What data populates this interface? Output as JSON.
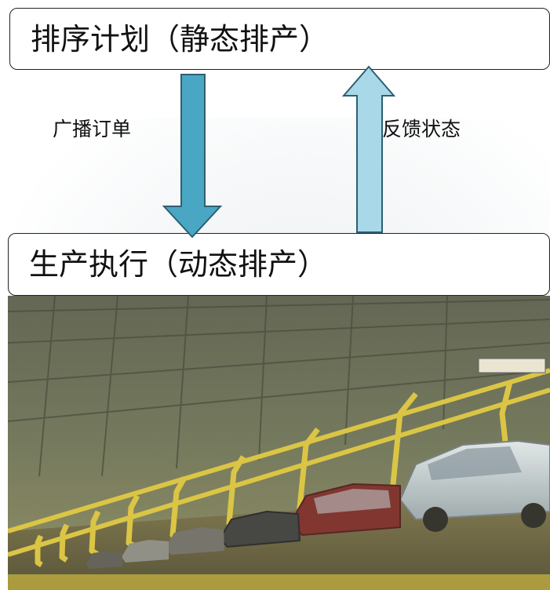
{
  "top_box": {
    "text": "排序计划（静态排产）"
  },
  "bottom_box": {
    "text": "生产执行（动态排产）"
  },
  "arrows": {
    "down": {
      "label": "广播订单",
      "color": "#4aa7c4"
    },
    "up": {
      "label": "反馈状态",
      "color": "#a9d8e8"
    }
  },
  "photo": {
    "icon": "car-assembly-line-photo",
    "colors": {
      "frame": "#d9c23a",
      "car": "#b9c4c8",
      "car_red": "#7a2a24",
      "ceiling": "#5a5e4a"
    }
  }
}
